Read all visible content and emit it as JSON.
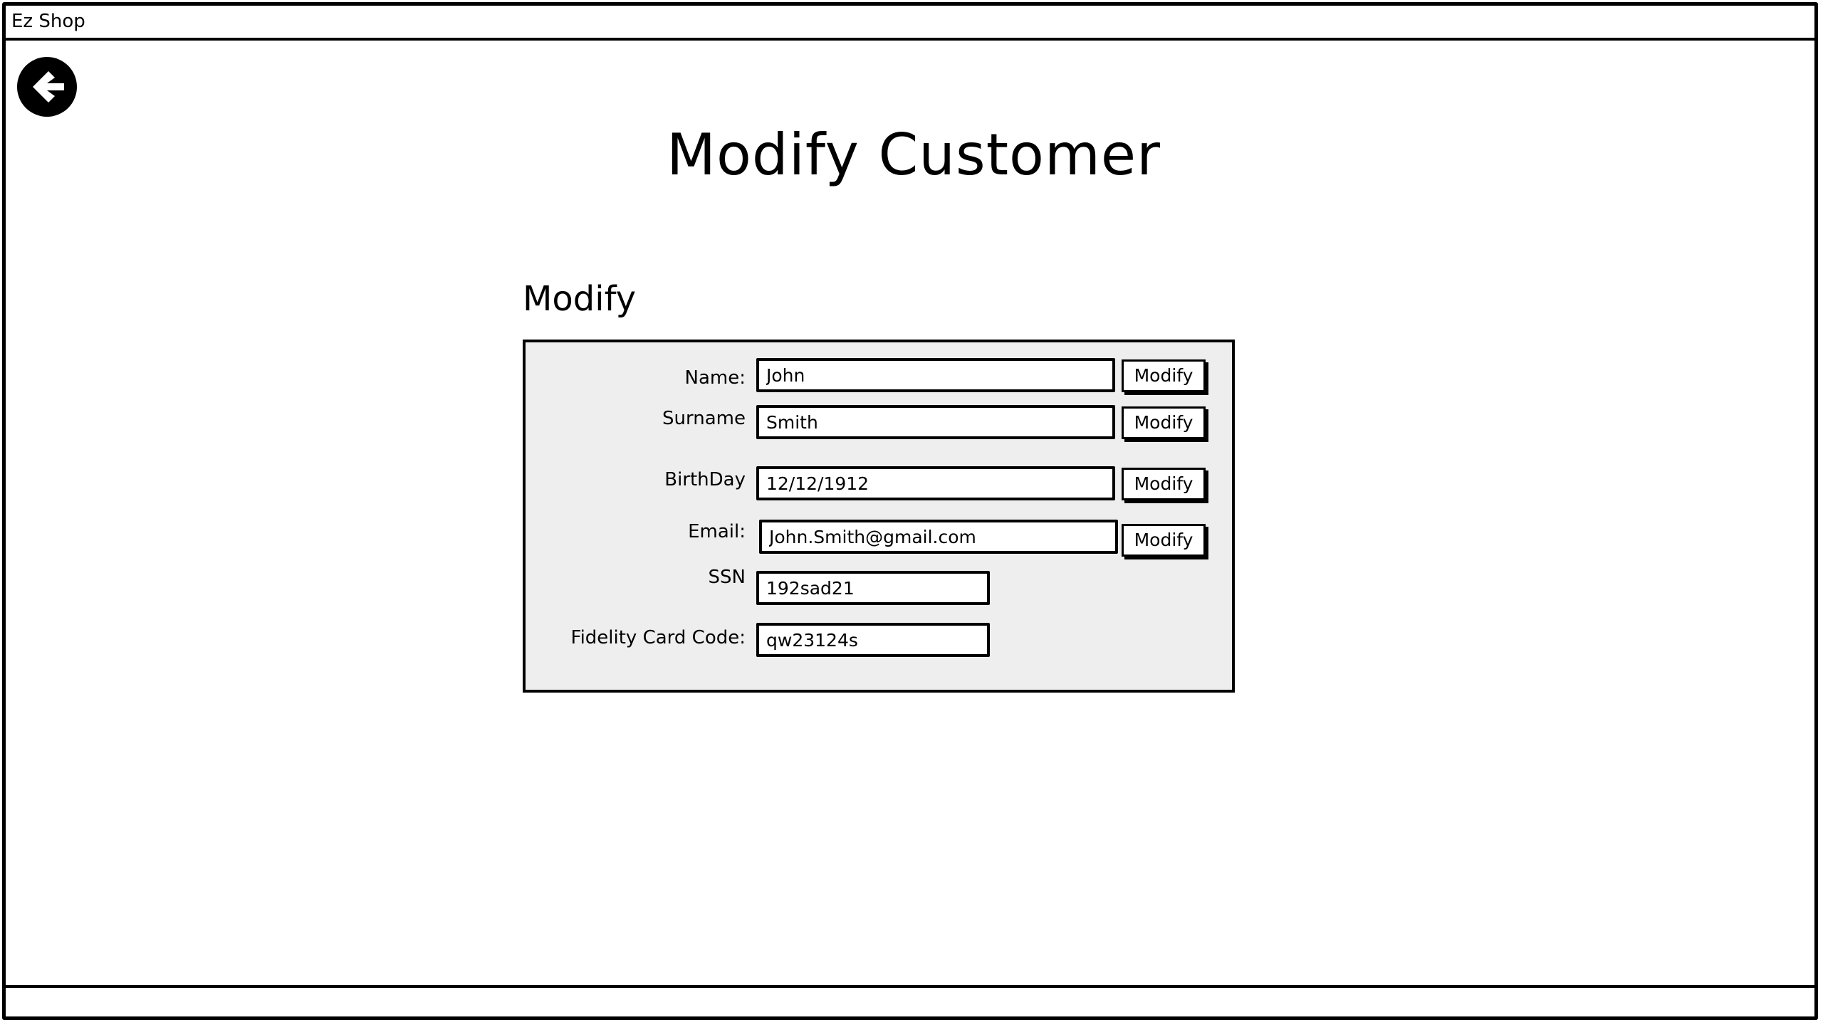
{
  "app": {
    "title": "Ez Shop"
  },
  "page": {
    "title": "Modify Customer",
    "section_title": "Modify",
    "back_icon": "arrow-left-circle-icon"
  },
  "form": {
    "fields": [
      {
        "label": "Name:",
        "value": "John",
        "button": "Modify"
      },
      {
        "label": "Surname",
        "value": "Smith",
        "button": "Modify"
      },
      {
        "label": "BirthDay",
        "value": "12/12/1912",
        "button": "Modify"
      },
      {
        "label": "Email:",
        "value": "John.Smith@gmail.com",
        "button": "Modify"
      },
      {
        "label": "SSN",
        "value": "192sad21"
      },
      {
        "label": "Fidelity Card Code:",
        "value": "qw23124s"
      }
    ]
  },
  "colors": {
    "panel_background": "#eeeeee",
    "border": "#000000",
    "background": "#ffffff"
  }
}
